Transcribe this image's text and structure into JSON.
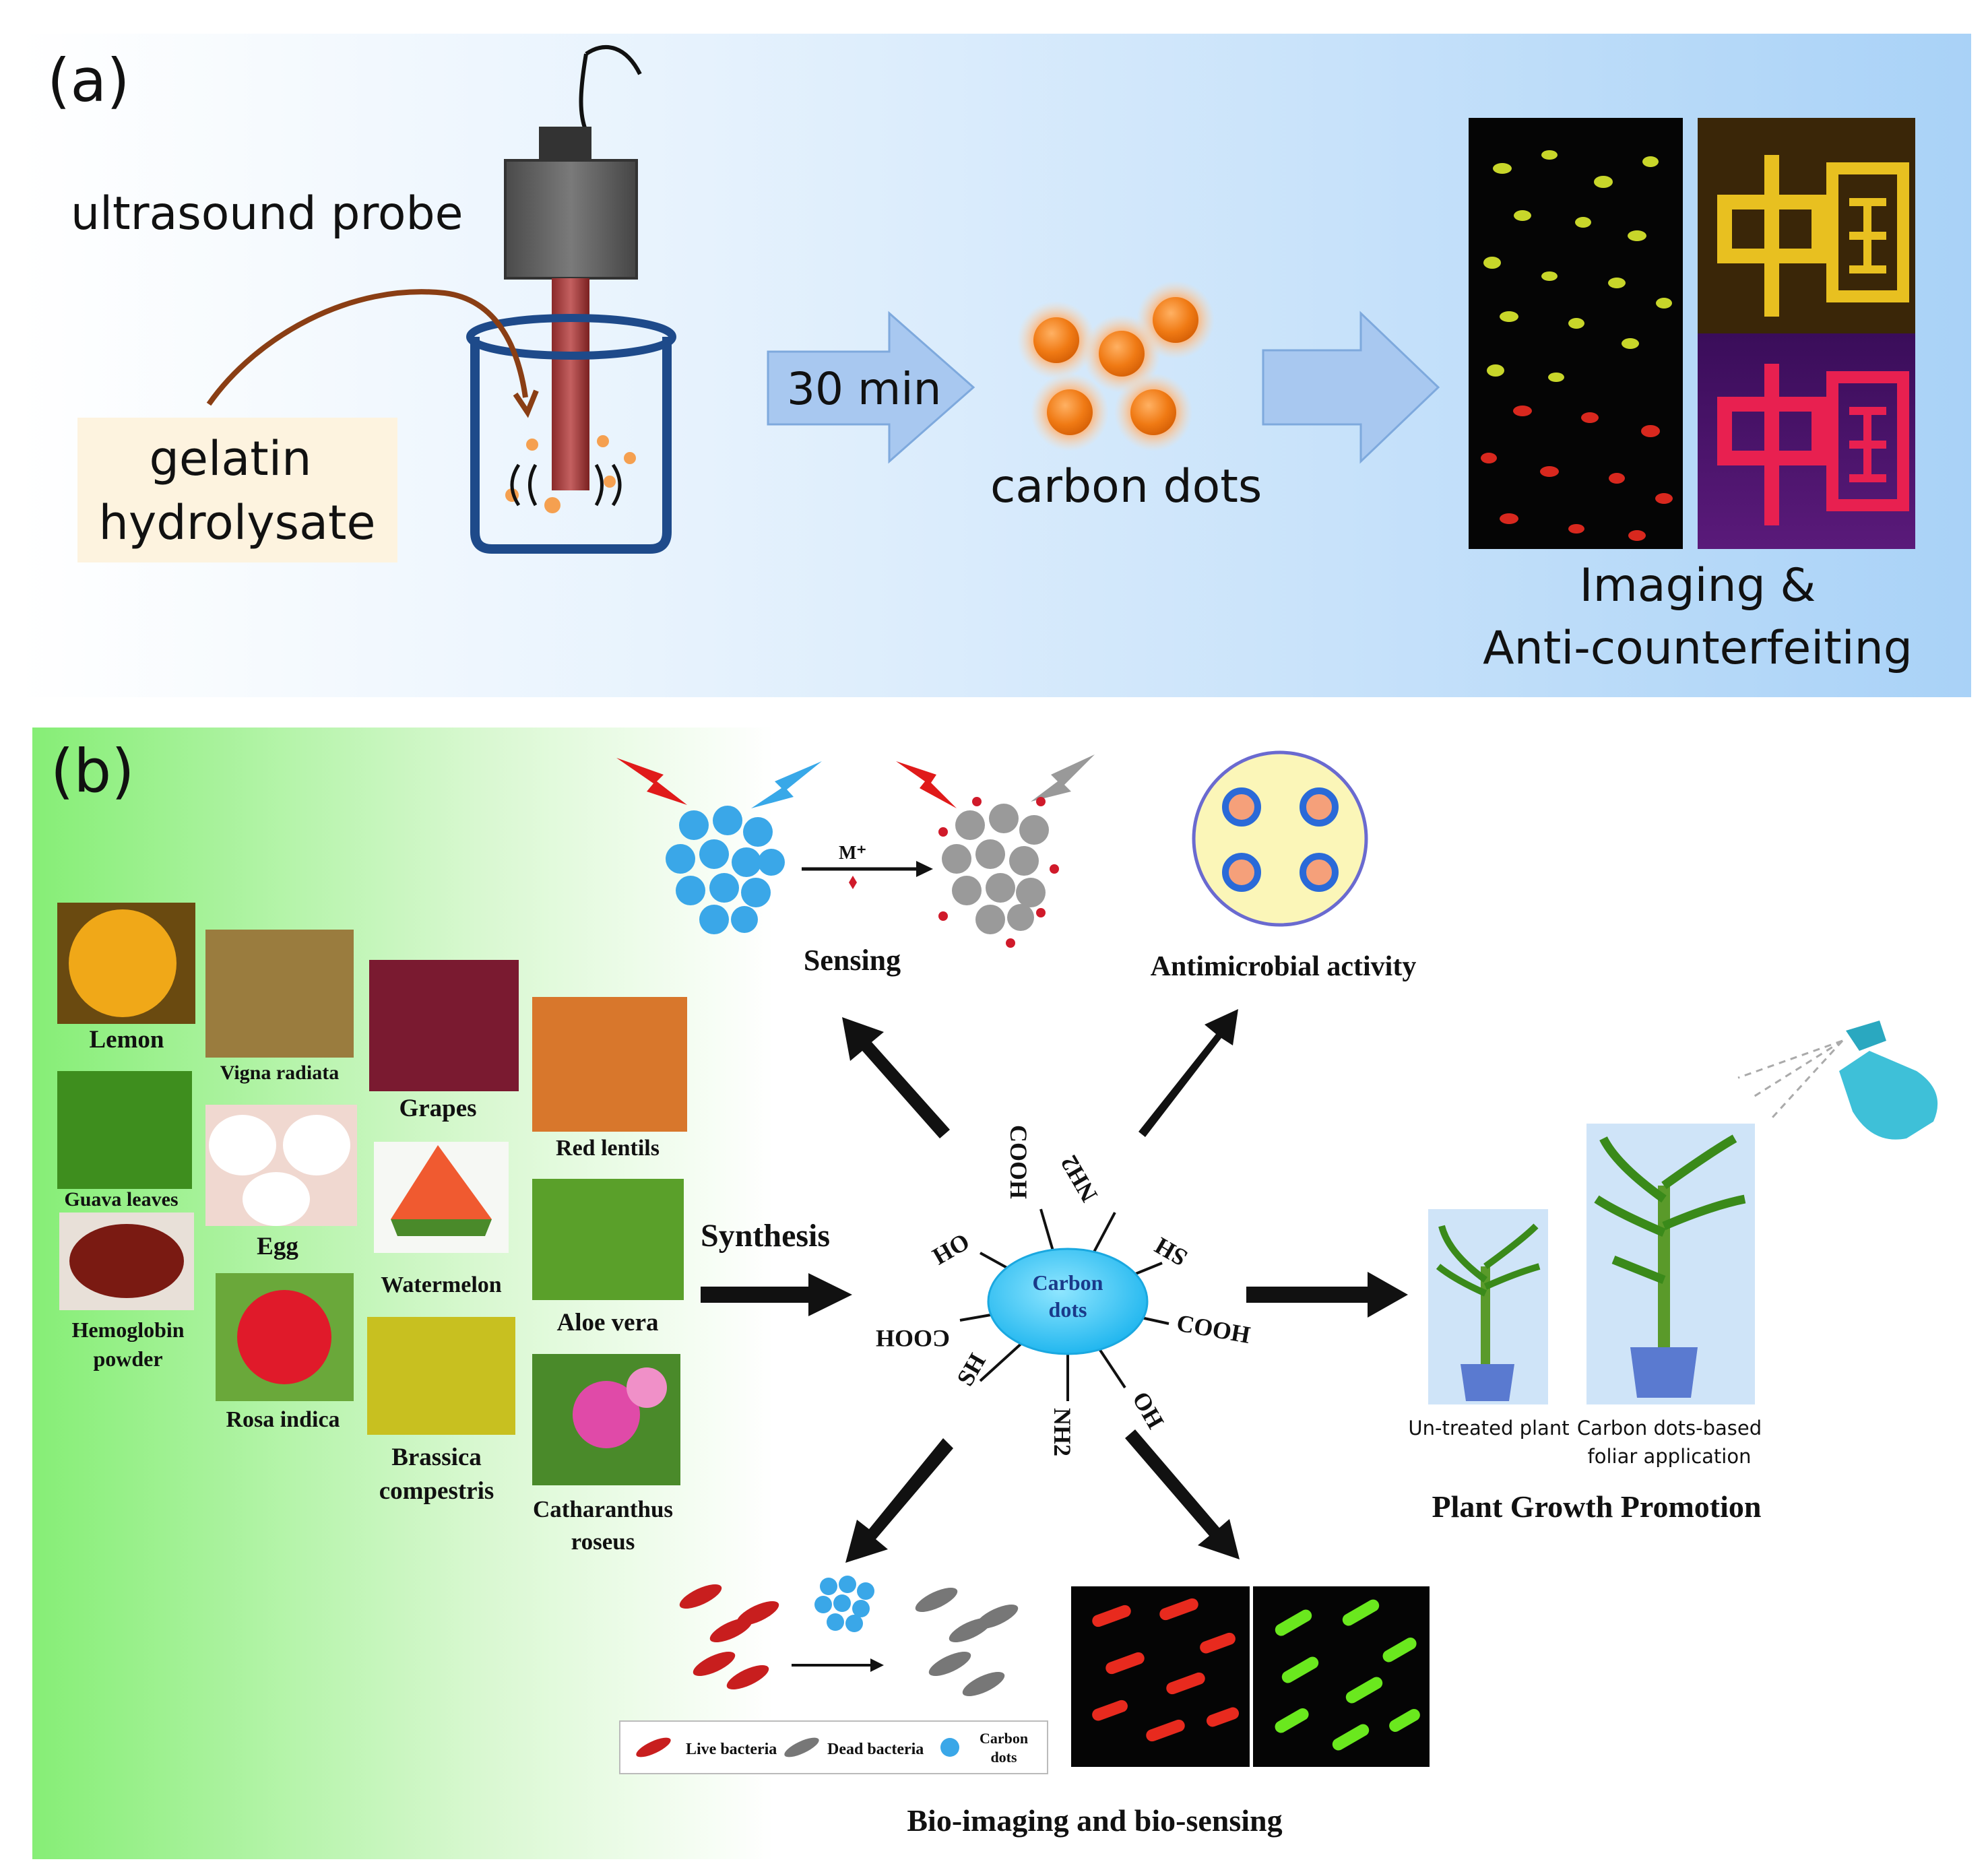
{
  "panel_a": {
    "label": "(a)",
    "probe_label": "ultrasound probe",
    "source_label_line1": "gelatin",
    "source_label_line2": "hydrolysate",
    "arrow_label": "30 min",
    "product_label": "carbon dots",
    "result_line1": "Imaging &",
    "result_line2": "Anti-counterfeiting"
  },
  "panel_b": {
    "label": "(b)",
    "sources": {
      "lemon": "Lemon",
      "vigna": "Vigna radiata",
      "grapes": "Grapes",
      "red_lentils": "Red lentils",
      "guava": "Guava leaves",
      "egg": "Egg",
      "watermelon": "Watermelon",
      "aloe": "Aloe vera",
      "hemoglobin_1": "Hemoglobin",
      "hemoglobin_2": "powder",
      "rosa": "Rosa indica",
      "brassica_1": "Brassica",
      "brassica_2": "compestris",
      "catharanthus_1": "Catharanthus",
      "catharanthus_2": "roseus"
    },
    "synthesis_label": "Synthesis",
    "center_line1": "Carbon",
    "center_line2": "dots",
    "groups": {
      "cooh_top": "COOH",
      "nh2_top": "NH2",
      "sh_right": "SH",
      "cooh_right": "COOH",
      "oh_bottom": "OH",
      "nh2_bottom": "NH2",
      "sh_left": "SH",
      "cooh_left": "COOH",
      "oh_left": "OH"
    },
    "sensing": {
      "title": "Sensing",
      "ion": "M⁺"
    },
    "antimicrobial": {
      "title": "Antimicrobial activity"
    },
    "plant": {
      "title": "Plant Growth Promotion",
      "untreated": "Un-treated plant",
      "treated_line1": "Carbon dots-based",
      "treated_line2": "foliar application"
    },
    "bio": {
      "title": "Bio-imaging and bio-sensing",
      "legend_live": "Live bacteria",
      "legend_dead": "Dead bacteria",
      "legend_cd_line1": "Carbon",
      "legend_cd_line2": "dots"
    }
  },
  "colors": {
    "panel_a_bg_start": "#ffffff",
    "panel_a_bg_end": "#a9d2f7",
    "panel_b_bg_start": "#8ef07f",
    "carbon_dot_orange": "#f07a14",
    "cd_blue": "#3aa7e8",
    "arrow_blue": "#a8c8f0"
  }
}
